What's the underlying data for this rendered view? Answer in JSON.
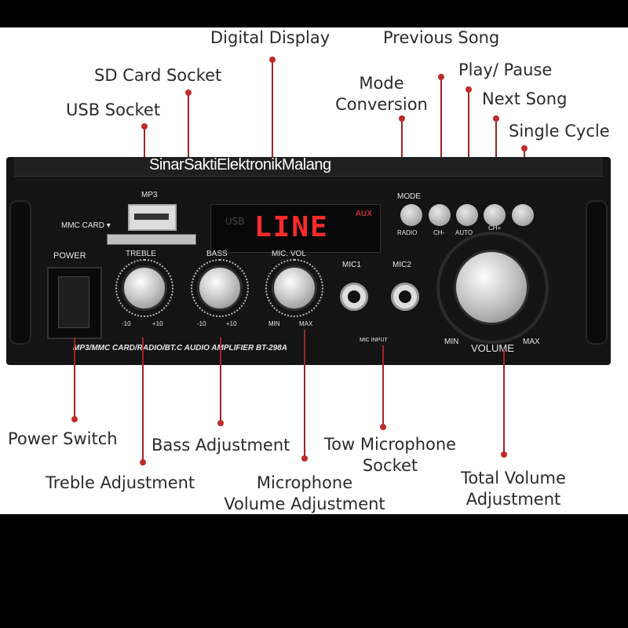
{
  "labels": {
    "digital_display": "Digital Display",
    "previous_song": "Previous Song",
    "sd_card_socket": "SD Card Socket",
    "play_pause": "Play/ Pause",
    "mode_conversion_1": "Mode",
    "mode_conversion_2": "Conversion",
    "next_song": "Next Song",
    "usb_socket": "USB Socket",
    "single_cycle": "Single Cycle",
    "power_switch": "Power Switch",
    "bass_adjustment": "Bass Adjustment",
    "tow_microphone_1": "Tow Microphone",
    "tow_microphone_2": "Socket",
    "treble_adjustment": "Treble Adjustment",
    "mic_volume_1": "Microphone",
    "mic_volume_2": "Volume Adjustment",
    "total_volume_1": "Total Volume",
    "total_volume_2": "Adjustment"
  },
  "watermark": "SinarSaktiElektronikMalang",
  "panel": {
    "mp3": "MP3",
    "mmc_card": "MMC CARD ▾",
    "power": "POWER",
    "treble": "TREBLE",
    "bass": "BASS",
    "mic_vol": "MIC. VOL",
    "mic1": "MIC1",
    "mic2": "MIC2",
    "mic_input": "MIC INPUT",
    "mode": "MODE",
    "radio": "RADIO",
    "ch_minus": "CH-",
    "auto": "AUTO",
    "ch_plus": "CH+",
    "volume": "VOLUME",
    "min": "MIN",
    "max": "MAX",
    "minus10": "-10",
    "plus10": "+10",
    "model_line": "MP3/MMC CARD/RADIO/BT.C AUDIO AMPLIFIER BT-298A",
    "display_text": "LINE",
    "display_aux": "AUX",
    "display_usb": "USB"
  },
  "colors": {
    "leader": "#a02424",
    "dot": "#c02a2a",
    "display": "#ff2b2b"
  }
}
